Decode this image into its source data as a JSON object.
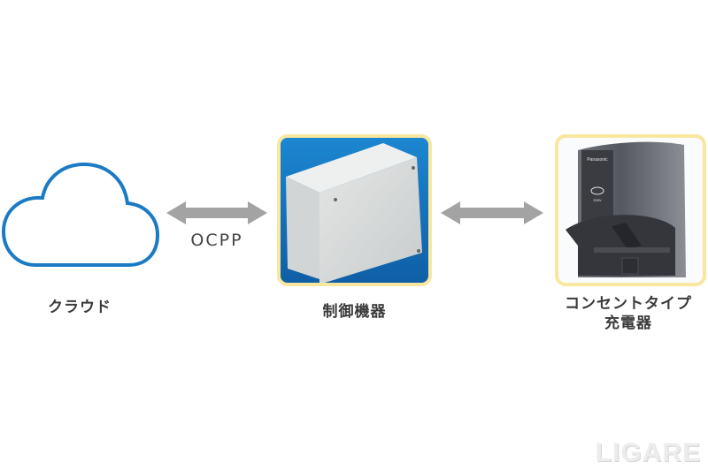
{
  "diagram": {
    "nodes": [
      {
        "id": "cloud",
        "label": "クラウド",
        "icon": "cloud-icon"
      },
      {
        "id": "controller",
        "label": "制御機器",
        "image": "enclosure-box-photo"
      },
      {
        "id": "charger",
        "label_line1": "コンセントタイプ",
        "label_line2": "充電器",
        "image": "wall-outlet-charger-photo"
      }
    ],
    "links": [
      {
        "from": "cloud",
        "to": "controller",
        "label": "OCPP",
        "direction": "bidirectional"
      },
      {
        "from": "controller",
        "to": "charger",
        "label": "",
        "direction": "bidirectional"
      }
    ]
  },
  "charger_device": {
    "brand": "Panasonic",
    "rating": "200V"
  },
  "watermark": "LIGARE",
  "colors": {
    "cloud_stroke": "#1a7bc4",
    "arrow": "#a3a3a3",
    "frame": "#f9e7a0",
    "box_background": "#1b7fc6",
    "label_text": "#3a3a3a"
  }
}
